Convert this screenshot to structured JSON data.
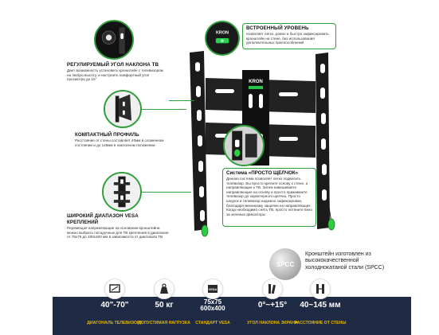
{
  "brand": "KRON",
  "callouts": {
    "level": {
      "title": "ВСТРОЕННЫЙ УРОВЕНЬ",
      "text": "позволяет легко, ровно и быстро зафиксировать кронштейн на стене, без использования дополнительных приспособлений"
    },
    "tilt": {
      "title": "РЕГУЛИРУЕМЫЙ УГОЛ НАКЛОНА ТВ",
      "text": "Дает возможность установить кронштейн с телевизором на любую высоту, и настроить комфортный угол просмотра до 15°"
    },
    "profile": {
      "title": "КОМПАКТНЫЙ ПРОФИЛЬ",
      "text": "Расстояние от стены составляет 40мм в сложенном состоянии и до 145мм в наклонном положении"
    },
    "vesa": {
      "title": "ШИРОКИЙ ДИАПАЗОН VESA КРЕПЛЕНИЙ",
      "text": "Перемещая направляющие на основании кронштейна можно выбрать посадочные для ТВ крепления в диапазоне от 75x75 до 400x400 мм в зависимости от диагонали ТВ"
    },
    "click": {
      "title": "Система «ПРОСТО ЩЕЛЧОК»",
      "text": "Данная система позволяет легко подвесить телевизор. Вы просто крепите основу к стене, а направляющие к ТВ. Затем навешиваете направляющие на основу и просто прижимаете телевизор до характерного щелчка. Просто шнурок и телевизор надежно зафиксирован, благодаря механизму защелки на направляющих. Когда необходимо снять ТВ, просто потяните вниз за зеленые фиксаторы"
    }
  },
  "spcc": {
    "badge": "SPCC",
    "text": "Кронштейн изготовлен из высококачественной холоднокатаной стали (SPCC)"
  },
  "specs": [
    {
      "value": "40\"-70\"",
      "label": "ДИАГОНАЛЬ ТЕЛЕВИЗОРА",
      "icon": "tv-diagonal-icon"
    },
    {
      "value": "50 кг",
      "label": "ДОПУСТИМАЯ НАГРУЗКА",
      "icon": "weight-icon"
    },
    {
      "value": "75x75",
      "value2": "600x400",
      "label": "СТАНДАРТ VESA",
      "icon": "vesa-icon"
    },
    {
      "value": "0°~+15°",
      "label": "УГОЛ НАКЛОНА ЭКРАНА",
      "icon": "tilt-angle-icon"
    },
    {
      "value": "40~145 мм",
      "label": "РАССТОЯНИЕ ОТ СТЕНЫ",
      "icon": "wall-distance-icon"
    }
  ],
  "colors": {
    "accent": "#2e9e3a",
    "band": "#1f2a44",
    "label": "#e6b800",
    "metal": "#1b1b1b"
  }
}
